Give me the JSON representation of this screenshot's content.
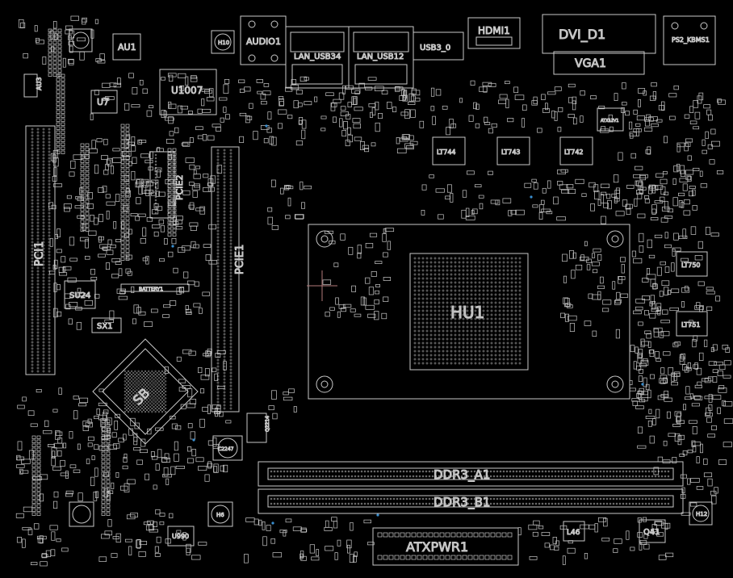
{
  "board": {
    "background": "#000000",
    "trace_color": "#c8c8c8",
    "accent_color": "#b47a7a",
    "via_color": "#3a8fd0"
  },
  "labels": {
    "audio1": "AUDIO1",
    "lan_usb34": "LAN_USB34",
    "lan_usb12": "LAN_USB12",
    "usb_3_0": "USB3_0",
    "hdmi1": "HDMI1",
    "dvi_d1": "DVI_D1",
    "vga1": "VGA1",
    "ps2_kbms1": "PS2_KBMS1",
    "au1": "AU1",
    "u7": "U7",
    "u1007": "U1007",
    "au3": "AU3",
    "pci1": "PCI1",
    "pcie2": "PCIE2",
    "pcie1": "PCIE1",
    "su24": "SU24",
    "battery1": "BATTERY1",
    "sx1": "SX1",
    "sb": "SB",
    "lt744": "LT744",
    "lt743": "LT743",
    "lt742": "LT742",
    "lt750": "LT750",
    "lt751": "LT751",
    "hu1": "HU1",
    "ddr3_a1": "DDR3_A1",
    "ddr3_b1": "DDR3_B1",
    "atxpwr1": "ATXPWR1",
    "u990": "U990",
    "l46": "L46",
    "q41": "Q41",
    "c2247": "C2247",
    "q2214": "Q2214",
    "atx12v1": "ATX12V1",
    "h10": "H10",
    "h12": "H12",
    "h6": "H6"
  }
}
